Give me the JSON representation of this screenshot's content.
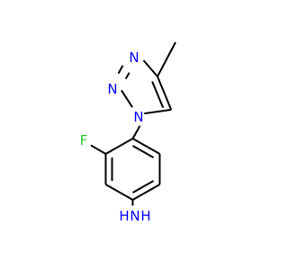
{
  "molecule": {
    "atoms": {
      "f": {
        "symbol": "F",
        "color": "#33cc33"
      },
      "n1": {
        "symbol": "N",
        "color": "#0000ff"
      },
      "n2": {
        "symbol": "N",
        "color": "#0000ff"
      },
      "n3": {
        "symbol": "N",
        "color": "#0000ff"
      },
      "nh2_n": {
        "symbol": "N",
        "color": "#0000ff"
      },
      "nh2_h": {
        "symbol": "H",
        "color": "#0000ff"
      },
      "nh2_h2": {
        "symbol": "H",
        "color": "#0000ff"
      }
    },
    "bond_color": "#000000"
  }
}
